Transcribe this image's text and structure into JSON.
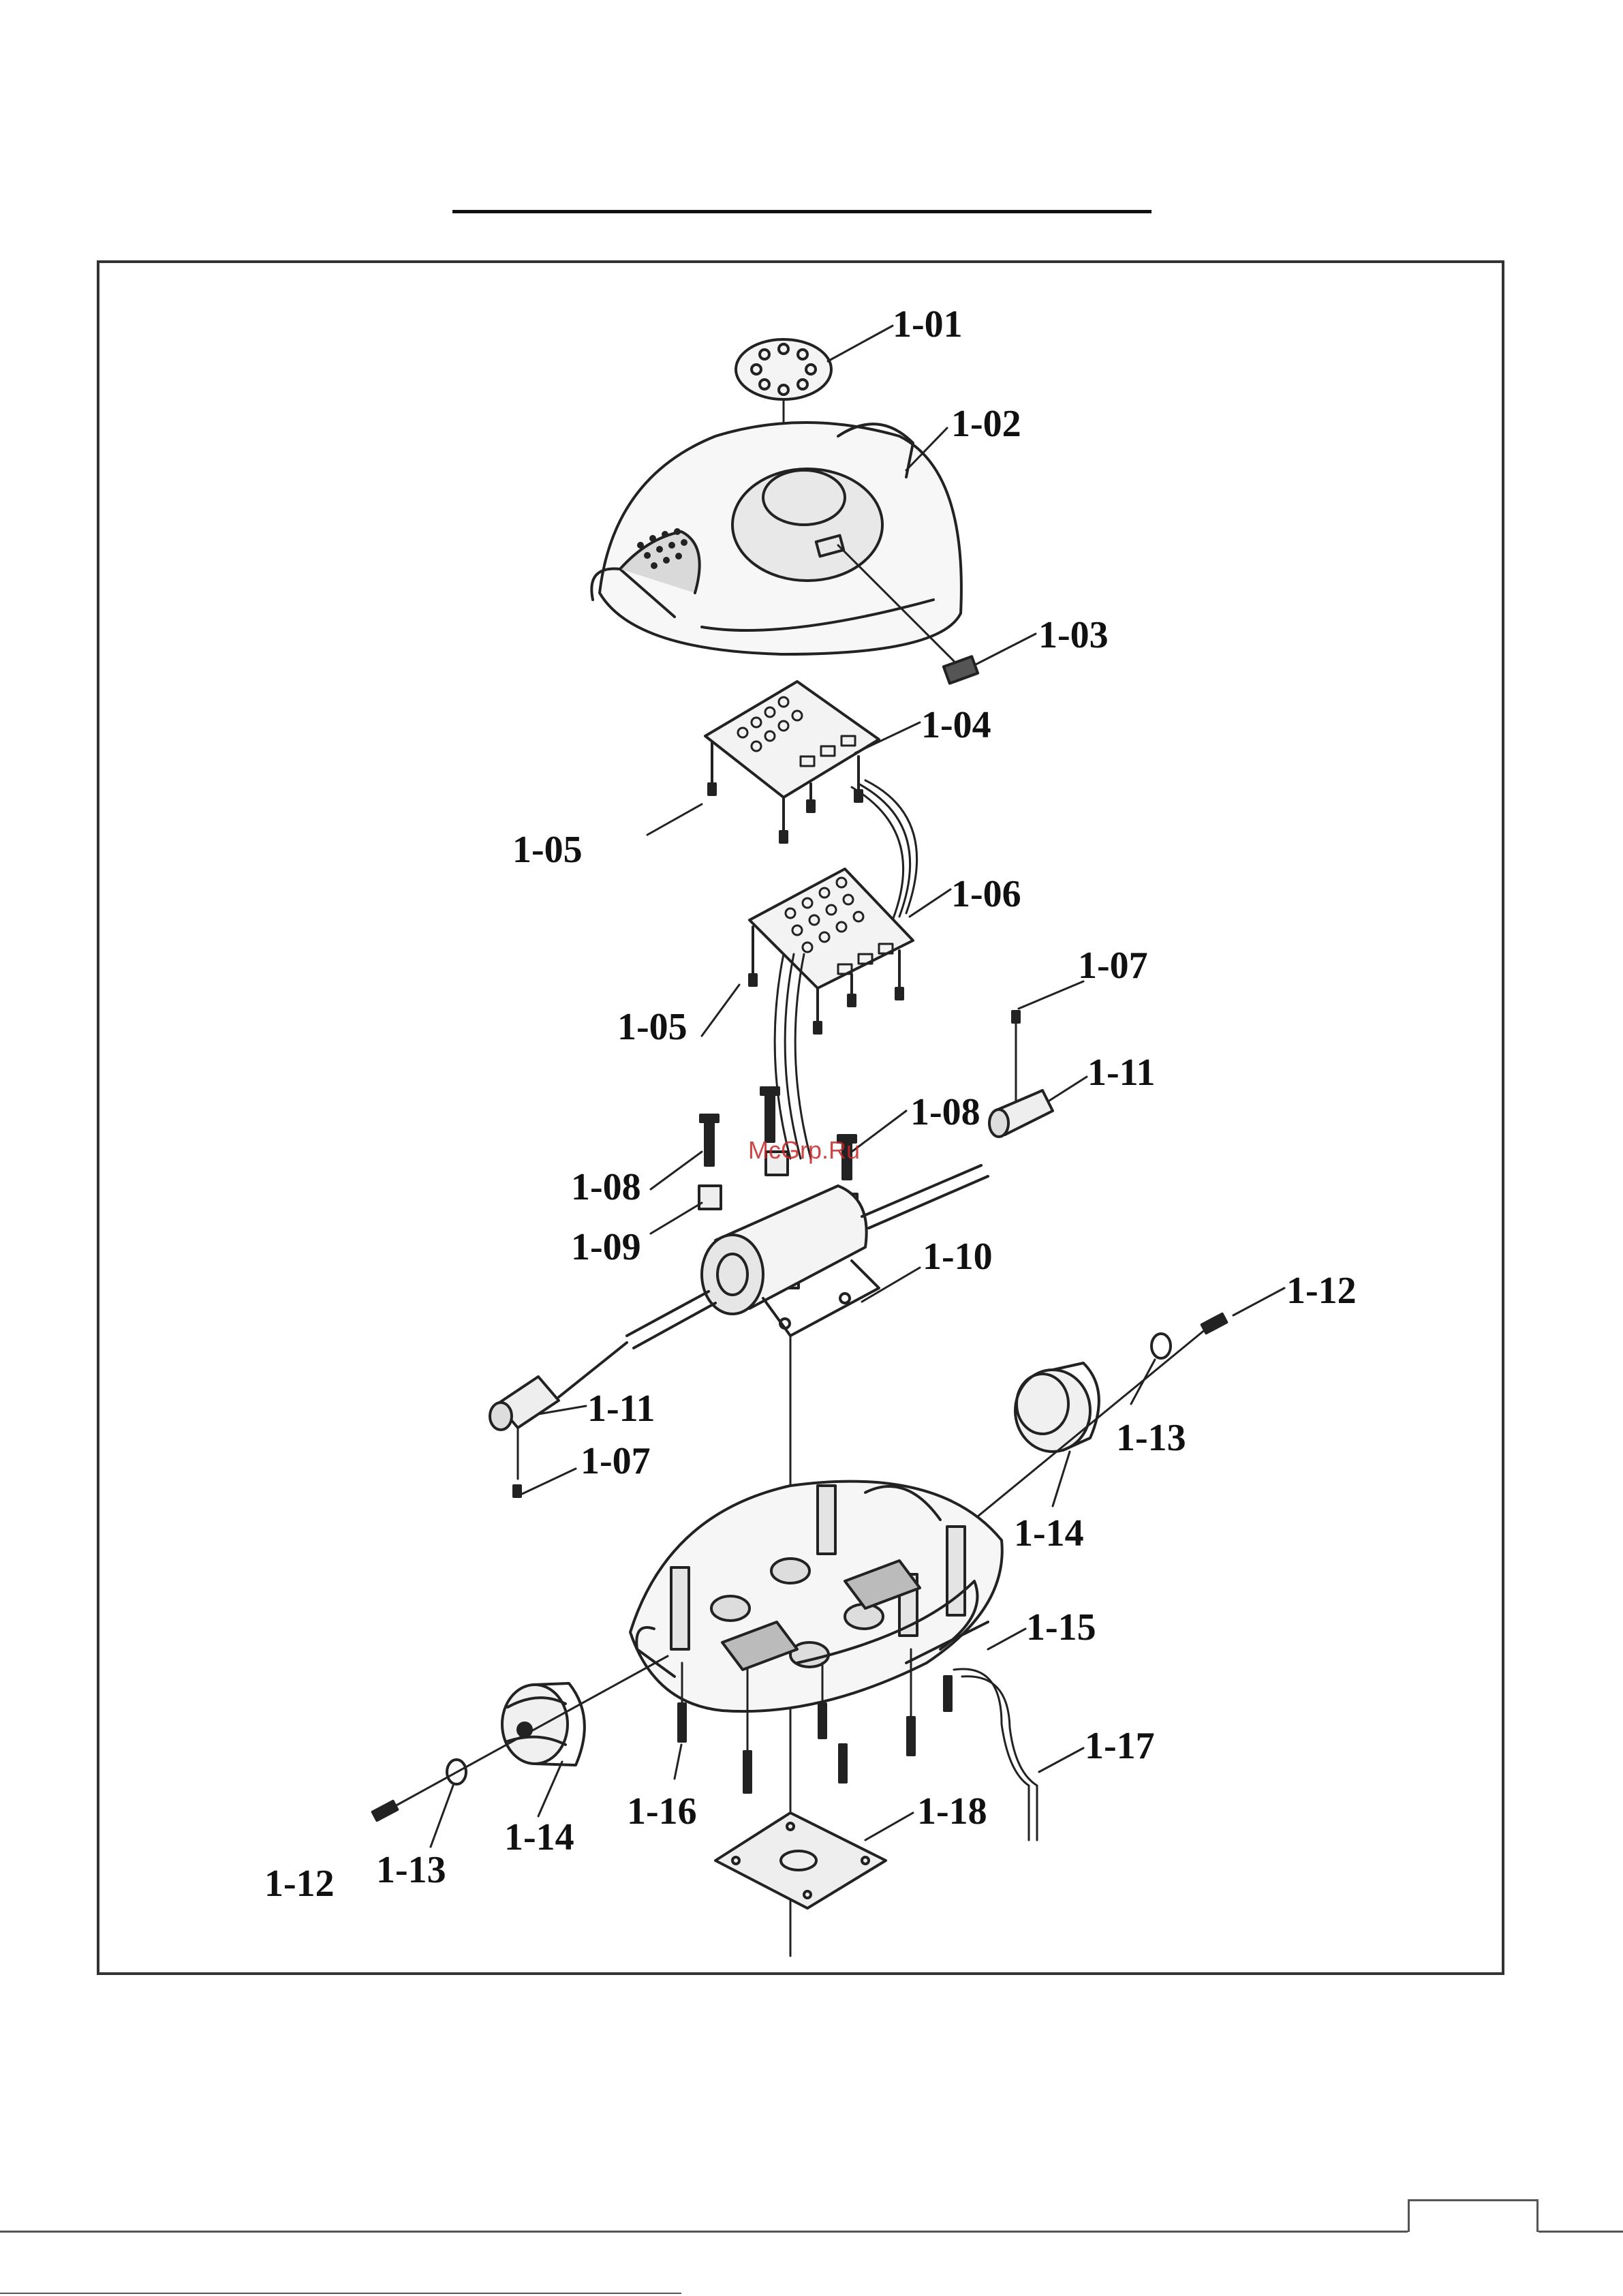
{
  "watermark": "McGrp.Ru",
  "callouts": [
    {
      "id": "c01",
      "text": "1-01"
    },
    {
      "id": "c02",
      "text": "1-02"
    },
    {
      "id": "c03",
      "text": "1-03"
    },
    {
      "id": "c04",
      "text": "1-04"
    },
    {
      "id": "c05a",
      "text": "1-05"
    },
    {
      "id": "c06",
      "text": "1-06"
    },
    {
      "id": "c05b",
      "text": "1-05"
    },
    {
      "id": "c07a",
      "text": "1-07"
    },
    {
      "id": "c11a",
      "text": "1-11"
    },
    {
      "id": "c08a",
      "text": "1-08"
    },
    {
      "id": "c08b",
      "text": "1-08"
    },
    {
      "id": "c09",
      "text": "1-09"
    },
    {
      "id": "c10",
      "text": "1-10"
    },
    {
      "id": "c12a",
      "text": "1-12"
    },
    {
      "id": "c11b",
      "text": "1-11"
    },
    {
      "id": "c13a",
      "text": "1-13"
    },
    {
      "id": "c07b",
      "text": "1-07"
    },
    {
      "id": "c14a",
      "text": "1-14"
    },
    {
      "id": "c15",
      "text": "1-15"
    },
    {
      "id": "c17",
      "text": "1-17"
    },
    {
      "id": "c16",
      "text": "1-16"
    },
    {
      "id": "c18",
      "text": "1-18"
    },
    {
      "id": "c14b",
      "text": "1-14"
    },
    {
      "id": "c13b",
      "text": "1-13"
    },
    {
      "id": "c12b",
      "text": "1-12"
    }
  ]
}
